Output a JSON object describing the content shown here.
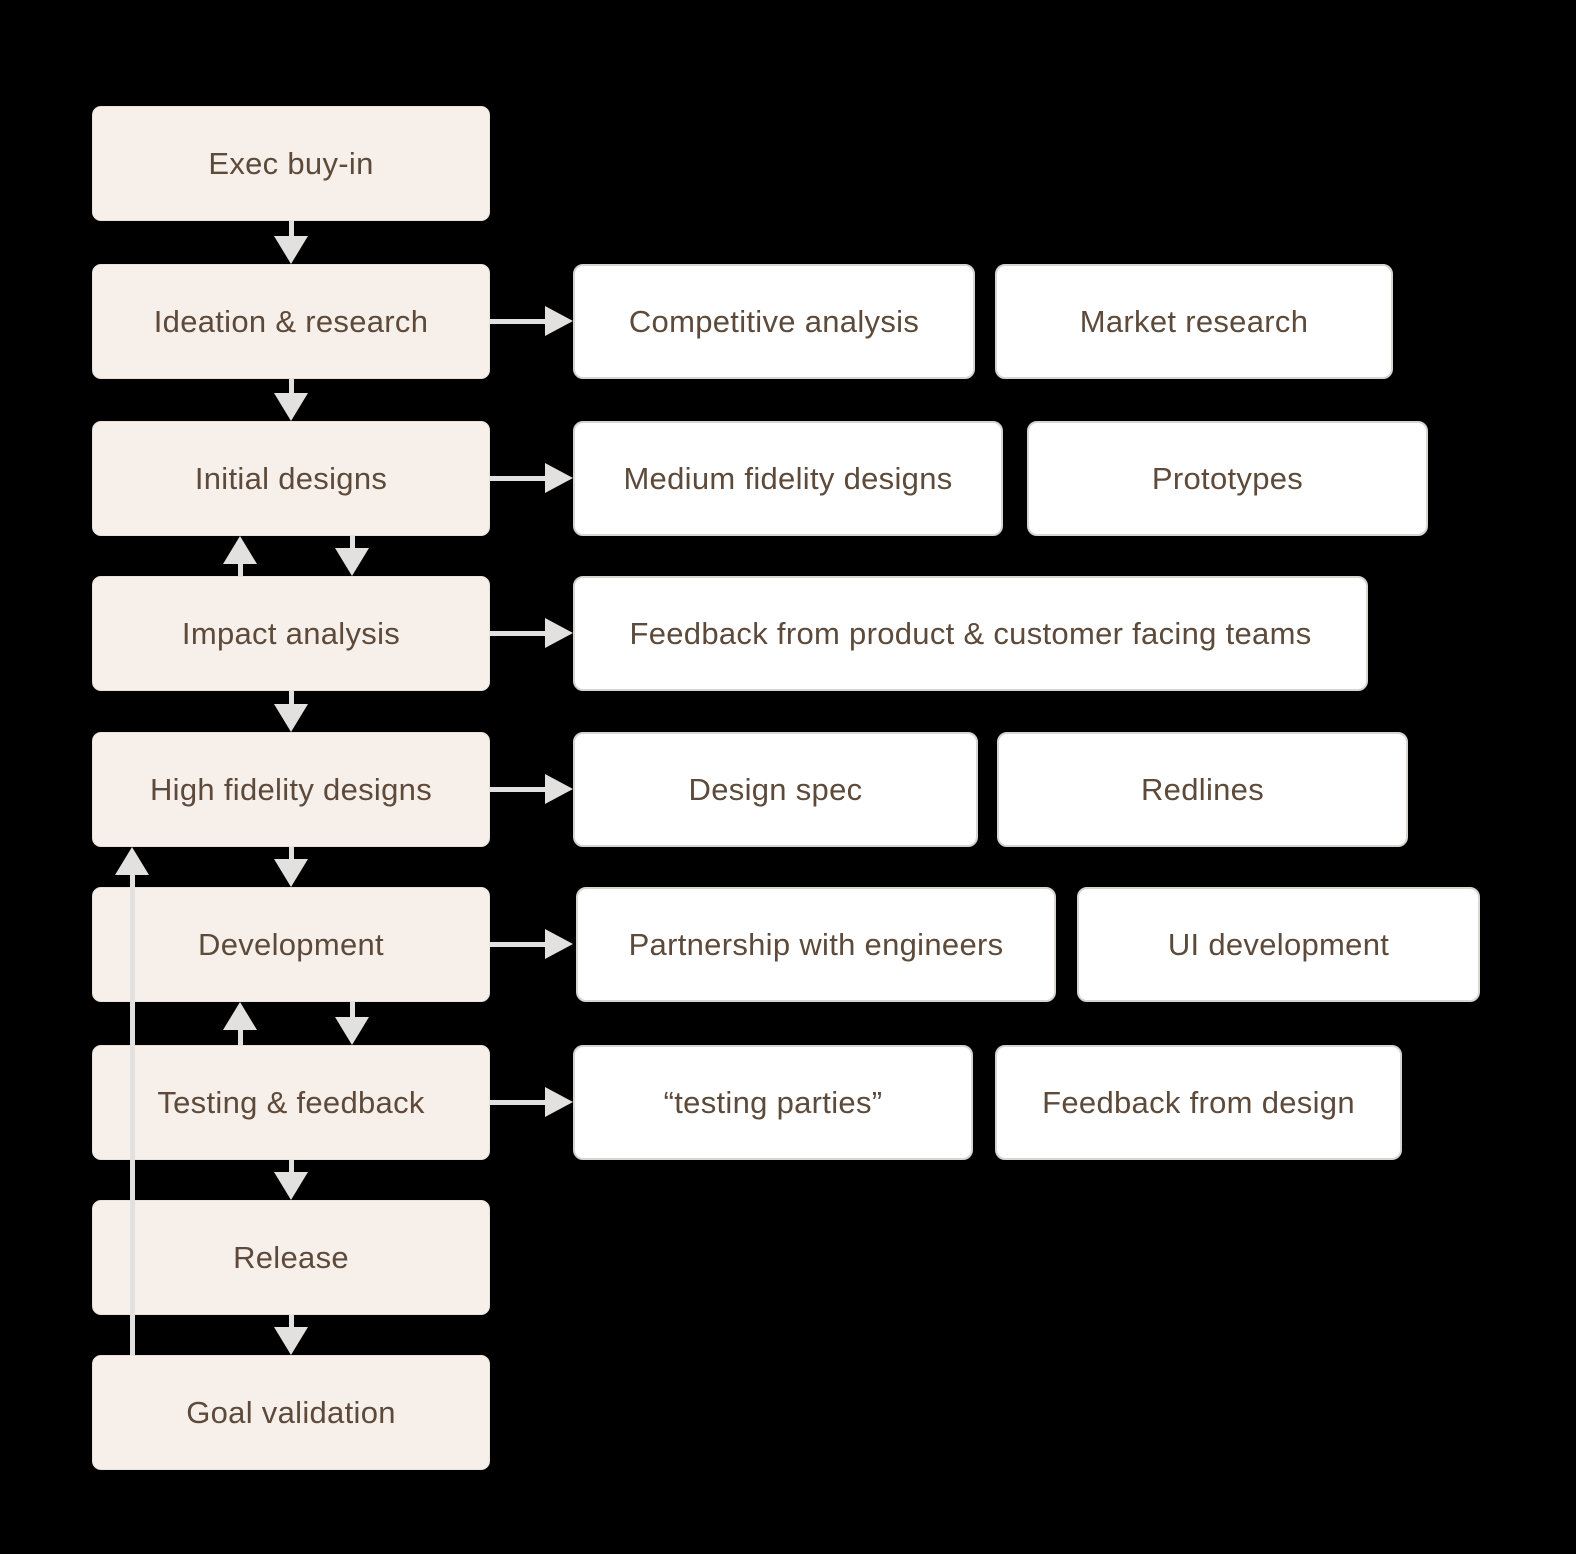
{
  "diagram": {
    "stages": [
      "Exec buy-in",
      "Ideation & research",
      "Initial designs",
      "Impact analysis",
      "High fidelity designs",
      "Development",
      "Testing & feedback",
      "Release",
      "Goal validation"
    ],
    "outputs": [
      [
        "Competitive analysis",
        "Market research"
      ],
      [
        "Medium fidelity designs",
        "Prototypes"
      ],
      [
        "Feedback from product & customer facing teams"
      ],
      [
        "Design spec",
        "Redlines"
      ],
      [
        "Partnership with engineers",
        "UI development"
      ],
      [
        "“testing parties”",
        "Feedback from design"
      ]
    ],
    "connectors": {
      "forward_flow": [
        "Exec buy-in → Ideation & research",
        "Ideation & research → Initial designs",
        "Impact analysis → High fidelity designs",
        "High fidelity designs → Development",
        "Testing & feedback → Release",
        "Release → Goal validation"
      ],
      "bidirectional": [
        "Initial designs ⇄ Impact analysis",
        "Development ⇄ Testing & feedback"
      ],
      "feedback_loop": "Goal validation → High fidelity designs",
      "stage_to_outputs": [
        "Ideation & research → Competitive analysis",
        "Initial designs → Medium fidelity designs",
        "Impact analysis → Feedback from product & customer facing teams",
        "High fidelity designs → Design spec",
        "Development → Partnership with engineers",
        "Testing & feedback → “testing parties”"
      ]
    }
  },
  "colors": {
    "background": "#000000",
    "stage-fill": "#f7f0ea",
    "output-fill": "#ffffff",
    "output-border": "#d8d4d0",
    "text": "#5d4a3a",
    "arrow": "#e2e1df"
  }
}
